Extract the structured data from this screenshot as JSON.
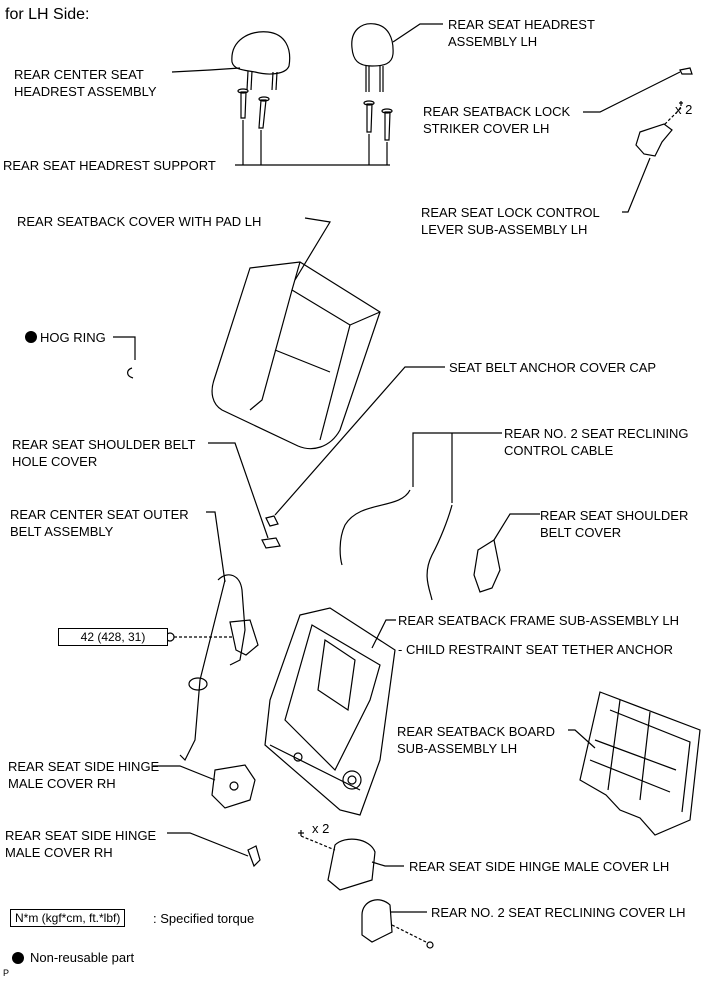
{
  "title": "for LH Side:",
  "labels": {
    "headrest_lh": [
      "REAR SEAT HEADREST",
      "ASSEMBLY LH"
    ],
    "center_headrest": [
      "REAR CENTER SEAT",
      "HEADREST ASSEMBLY"
    ],
    "lock_striker_cover": [
      "REAR SEATBACK LOCK",
      "STRIKER COVER LH"
    ],
    "headrest_support": "REAR SEAT HEADREST SUPPORT",
    "lock_control_lever": [
      "REAR SEAT LOCK CONTROL",
      "LEVER SUB-ASSEMBLY LH"
    ],
    "seatback_cover": "REAR SEATBACK COVER WITH PAD LH",
    "hog_ring": "HOG RING",
    "anchor_cover_cap": "SEAT BELT ANCHOR COVER CAP",
    "reclining_cable": [
      "REAR NO. 2 SEAT RECLINING",
      "CONTROL CABLE"
    ],
    "shoulder_belt_hole_cover": [
      "REAR SEAT SHOULDER BELT",
      "HOLE COVER"
    ],
    "outer_belt": [
      "REAR CENTER SEAT OUTER",
      "BELT ASSEMBLY"
    ],
    "shoulder_belt_cover": [
      "REAR SEAT SHOULDER",
      "BELT COVER"
    ],
    "frame": "REAR SEATBACK FRAME SUB-ASSEMBLY LH",
    "tether_anchor": "- CHILD RESTRAINT SEAT TETHER ANCHOR",
    "seatback_board": [
      "REAR SEATBACK BOARD",
      "SUB-ASSEMBLY LH"
    ],
    "hinge_cover_rh_1": [
      "REAR SEAT SIDE HINGE",
      "MALE COVER RH"
    ],
    "hinge_cover_rh_2": [
      "REAR SEAT SIDE HINGE",
      "MALE COVER RH"
    ],
    "hinge_cover_lh": "REAR SEAT SIDE HINGE MALE COVER LH",
    "reclining_cover": "REAR NO. 2 SEAT RECLINING COVER LH"
  },
  "quantities": {
    "striker_screws": "x 2",
    "hinge_screws": "x 2"
  },
  "torque": "42 (428, 31)",
  "legend": {
    "torque_box": "N*m (kgf*cm, ft.*lbf)",
    "torque_text": ": Specified torque",
    "nonreusable_text": "Non-reusable part"
  },
  "corner_code": "P"
}
